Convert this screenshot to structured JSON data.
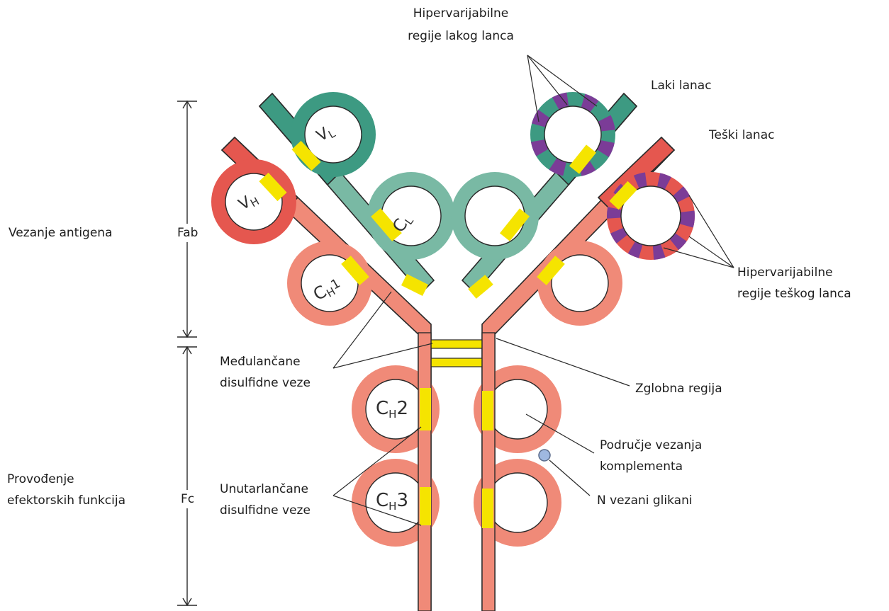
{
  "labels": {
    "hv_light": [
      "Hipervarijabilne",
      "regije lakog lanca"
    ],
    "light_chain": "Laki lanac",
    "heavy_chain": "Teški lanac",
    "antigen_binding": "Vezanje antigena",
    "fab": "Fab",
    "hv_heavy": [
      "Hipervarijabilne",
      "regije teškog lanca"
    ],
    "interchain": [
      "Međulančane",
      "disulfidne veze"
    ],
    "hinge": "Zglobna regija",
    "complement": [
      "Područje vezanja",
      "komplementa"
    ],
    "effector": [
      "Provođenje",
      "efektorskih funkcija"
    ],
    "fc": "Fc",
    "intrachain": [
      "Unutarlančane",
      "disulfidne veze"
    ],
    "glycans": "N vezani glikani"
  },
  "domains": {
    "vl": {
      "main": "V",
      "sub": "L"
    },
    "vh": {
      "main": "V",
      "sub": "H"
    },
    "cl": {
      "main": "C",
      "sub": "L"
    },
    "ch1": {
      "main": "C",
      "sub": "H",
      "suffix": "1"
    },
    "ch2": {
      "main": "C",
      "sub": "H",
      "suffix": "2"
    },
    "ch3": {
      "main": "C",
      "sub": "H",
      "suffix": "3"
    }
  },
  "colors": {
    "heavy_variable": "#e5574f",
    "heavy_constant": "#f08a78",
    "light_variable": "#3d9a82",
    "light_constant": "#79b9a4",
    "disulfide": "#f5e400",
    "hypervariable": "#7b3c97",
    "glycan": "#9fb8e0",
    "outline": "#2a2a2a"
  }
}
